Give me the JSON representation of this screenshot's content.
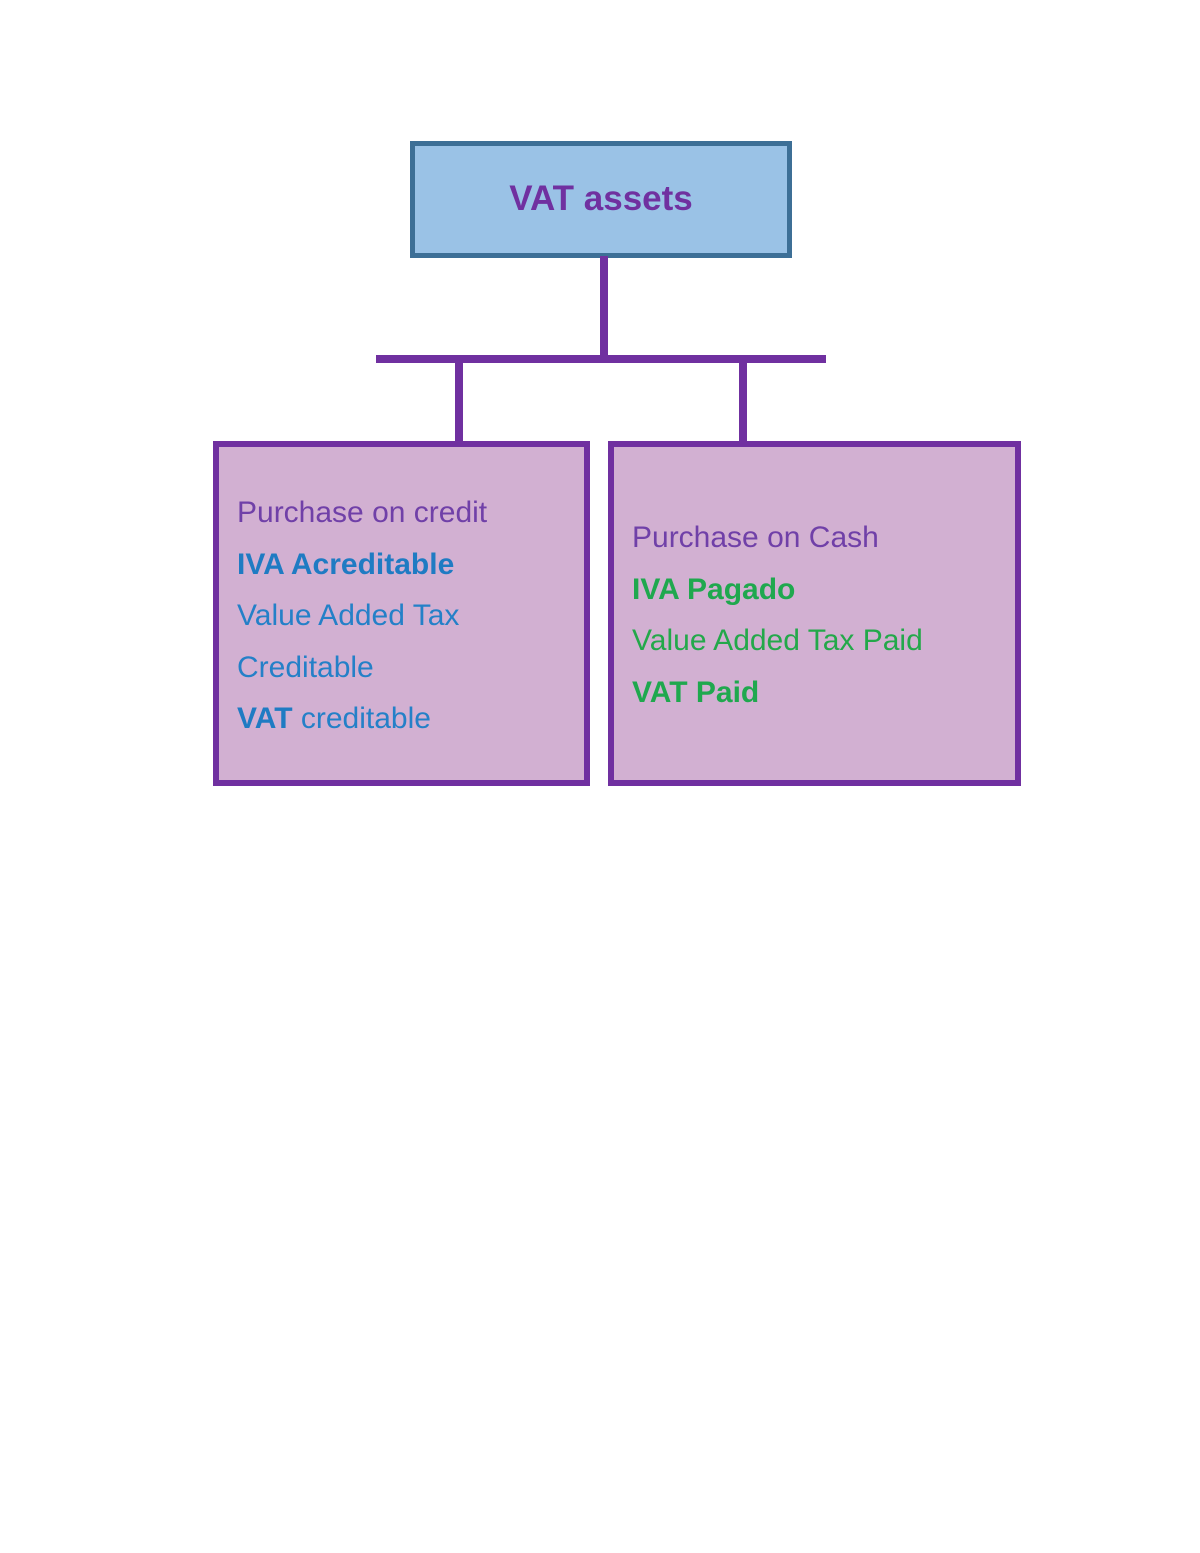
{
  "diagram": {
    "type": "hierarchy-tree",
    "colors": {
      "root_fill": "#9AC2E6",
      "root_border": "#3D6F96",
      "root_text": "#7030A0",
      "child_fill": "#D2B0D2",
      "child_border": "#7030A0",
      "connector": "#7030A0",
      "heading_text": "#7040A8",
      "blue_text": "#2480C8",
      "green_text": "#23A84A"
    },
    "root": {
      "label": "VAT assets"
    },
    "children": [
      {
        "id": "purchase-on-credit",
        "heading": "Purchase on credit",
        "term_spanish": "IVA Acreditable",
        "term_english_long": "Value Added Tax Creditable",
        "term_english_short_bold": "VAT",
        "term_english_short_rest": " creditable",
        "accent": "#2480C8"
      },
      {
        "id": "purchase-on-cash",
        "heading": "Purchase on Cash",
        "term_spanish": "IVA Pagado",
        "term_english_long": "Value Added Tax Paid",
        "term_english_short_bold": "VAT Paid",
        "term_english_short_rest": "",
        "accent": "#23A84A"
      }
    ]
  }
}
